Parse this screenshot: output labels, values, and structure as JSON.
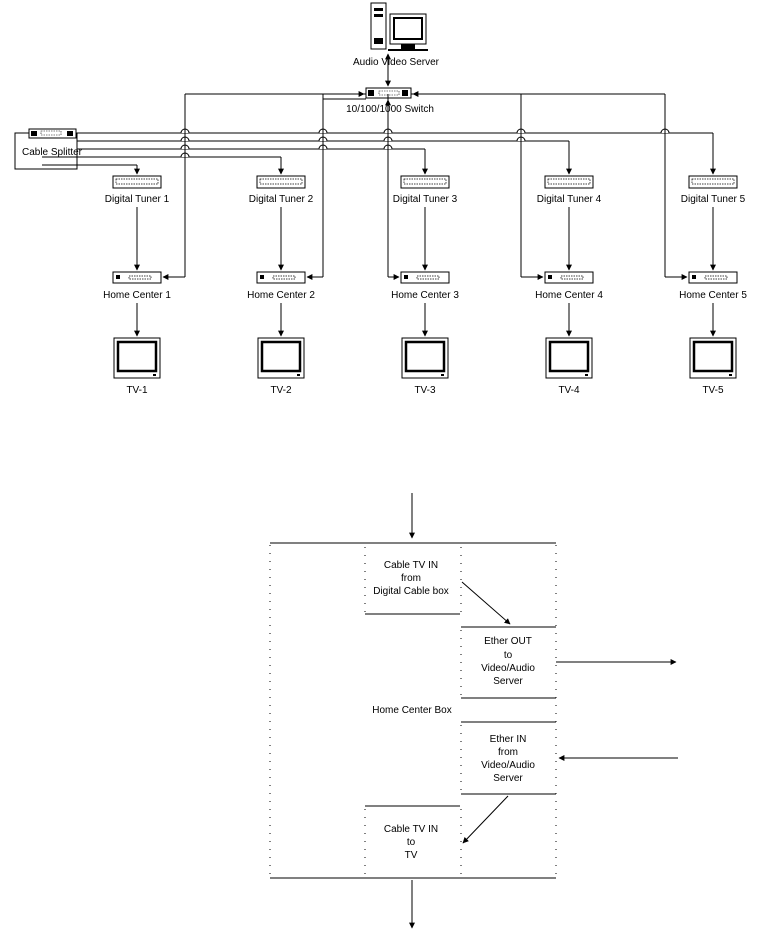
{
  "network": {
    "server_label": "Audio Video Server",
    "switch_label": "10/100/1000 Switch",
    "splitter_label": "Cable Splitter",
    "units": [
      {
        "tuner": "Digital Tuner 1",
        "home_center": "Home Center 1",
        "tv": "TV-1"
      },
      {
        "tuner": "Digital Tuner 2",
        "home_center": "Home Center 2",
        "tv": "TV-2"
      },
      {
        "tuner": "Digital Tuner 3",
        "home_center": "Home Center 3",
        "tv": "TV-3"
      },
      {
        "tuner": "Digital Tuner 4",
        "home_center": "Home Center 4",
        "tv": "TV-4"
      },
      {
        "tuner": "Digital Tuner 5",
        "home_center": "Home Center 5",
        "tv": "TV-5"
      }
    ]
  },
  "home_center_box": {
    "title": "Home Center Box",
    "cable_in": [
      "Cable TV IN",
      "from",
      "Digital Cable box"
    ],
    "ether_out": [
      "Ether OUT",
      "to",
      "Video/Audio",
      "Server"
    ],
    "ether_in": [
      "Ether IN",
      "from",
      "Video/Audio",
      "Server"
    ],
    "cable_out": [
      "Cable TV IN",
      "to",
      "TV"
    ]
  },
  "colors": {
    "line": "#000000",
    "background": "#ffffff",
    "screen": "#ffffff"
  }
}
